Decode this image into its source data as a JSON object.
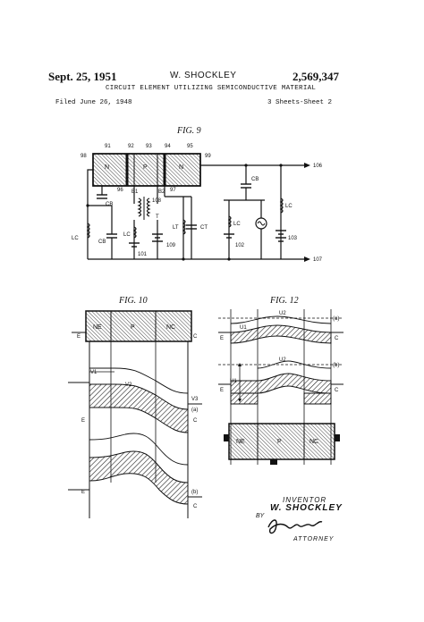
{
  "header": {
    "date": "Sept. 25, 1951",
    "inventor": "W. SHOCKLEY",
    "patent_number": "2,569,347",
    "title": "CIRCUIT ELEMENT UTILIZING SEMICONDUCTIVE MATERIAL",
    "filed": "Filed June 26, 1948",
    "sheets": "3 Sheets-Sheet 2"
  },
  "figures": {
    "fig9": {
      "label": "FIG. 9",
      "refs": {
        "r91": "91",
        "r92": "92",
        "r93": "93",
        "r94": "94",
        "r95": "95",
        "r98": "98",
        "r99": "99",
        "r96": "96",
        "r97": "97",
        "r108": "108",
        "r109": "109",
        "r101": "101",
        "r102": "102",
        "r103": "103",
        "r106": "106",
        "r107": "107",
        "b1": "B1",
        "b2": "B2"
      },
      "regions": {
        "n1": "N",
        "p": "P",
        "n2": "N"
      },
      "comps": {
        "cb": "CB",
        "lc": "LC",
        "ct": "CT",
        "t": "T"
      }
    },
    "fig10": {
      "label": "FIG. 10",
      "regions": {
        "ne": "NE",
        "p": "P",
        "nc": "NC"
      },
      "labels": {
        "e": "E",
        "c": "C",
        "v1": "V1",
        "v2": "V2",
        "v3": "V3",
        "a": "(a)",
        "b": "(b)"
      }
    },
    "fig12": {
      "label": "FIG. 12",
      "regions": {
        "ne": "NE",
        "p": "P",
        "nc": "NC"
      },
      "labels": {
        "e": "E",
        "c": "C",
        "u1": "U1",
        "u2": "U2",
        "a": "(a)",
        "b": "(b)"
      }
    }
  },
  "inventor_block": {
    "label": "INVENTOR",
    "name": "W. SHOCKLEY",
    "by": "BY",
    "attorney": "ATTORNEY"
  }
}
